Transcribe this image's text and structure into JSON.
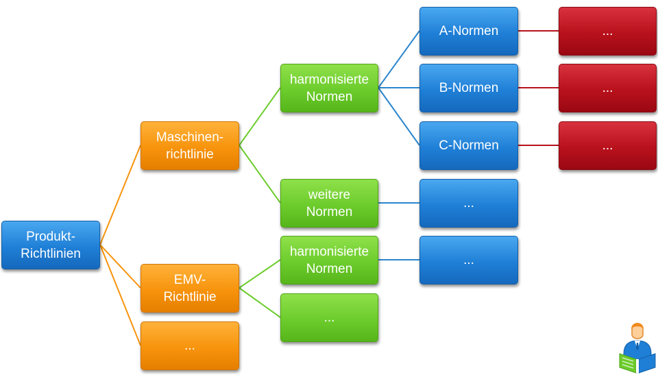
{
  "diagram": {
    "nodes": {
      "produkt_richtlinien": "Produkt-\nRichtlinien",
      "maschinenrichtlinie": "Maschinen-\nrichtlinie",
      "emv_richtlinie": "EMV-\nRichtlinie",
      "richtlinie_more": "...",
      "harmonisierte_normen_1": "harmonisierte\nNormen",
      "weitere_normen": "weitere\nNormen",
      "harmonisierte_normen_2": "harmonisierte\nNormen",
      "emv_more": "...",
      "a_normen": "A-Normen",
      "b_normen": "B-Normen",
      "c_normen": "C-Normen",
      "weitere_more": "...",
      "harm2_more": "...",
      "a_detail": "...",
      "b_detail": "...",
      "c_detail": "..."
    },
    "colors": {
      "blue": "#1f7fd6",
      "orange": "#f7930c",
      "green": "#6ccc2c",
      "red": "#b8111c"
    }
  }
}
